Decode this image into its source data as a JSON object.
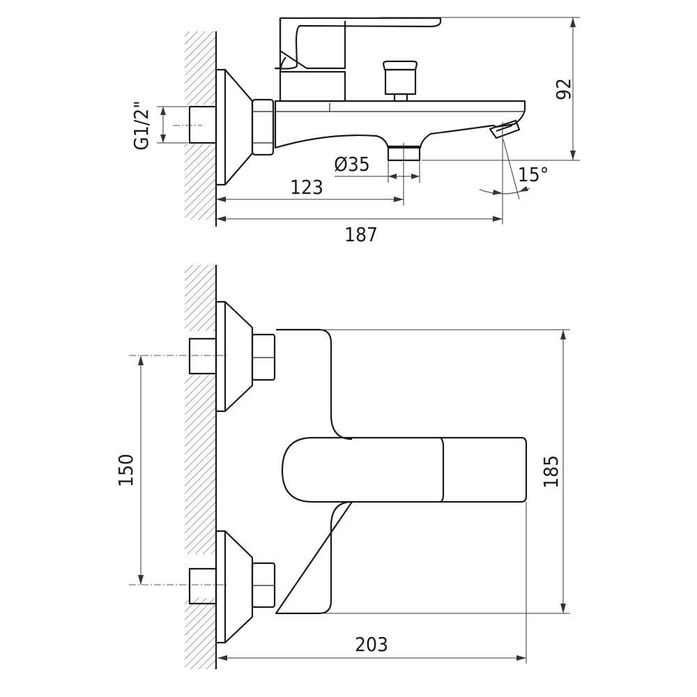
{
  "side_view": {
    "dimensions": {
      "height": "92",
      "thread": "G1/2\"",
      "outlet_diameter": "Ø35",
      "outlet_offset": "123",
      "projection": "187",
      "spout_angle": "15°"
    }
  },
  "top_view": {
    "dimensions": {
      "inlet_spacing": "150",
      "body_height": "185",
      "projection": "203"
    }
  },
  "colors": {
    "line": "#1a1a1a",
    "background": "#ffffff"
  }
}
